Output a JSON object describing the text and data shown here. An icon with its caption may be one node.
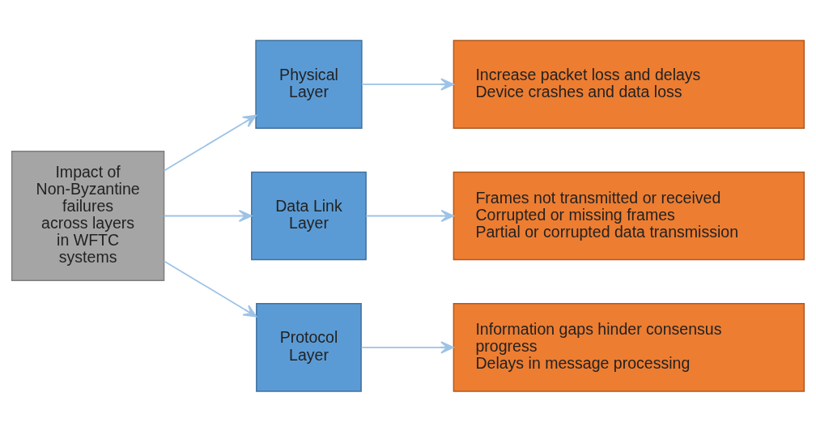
{
  "diagram": {
    "nodes": [
      {
        "text": [
          "Impact of Non-Byzantine failures across layers in WFTC systems"
        ]
      },
      {
        "text": [
          "Physical Layer"
        ]
      },
      {
        "text": [
          "Data Link Layer"
        ]
      },
      {
        "text": [
          "Protocol Layer"
        ]
      },
      {
        "text": [
          "Increase packet loss and delays",
          "Device crashes and data loss"
        ]
      },
      {
        "text": [
          "Frames not transmitted or received",
          "Corrupted or missing frames",
          "Partial or corrupted data transmission"
        ]
      },
      {
        "text": [
          "Information gaps hinder consensus progress",
          "Delays in message processing"
        ]
      }
    ],
    "edges": [
      {
        "from": 0,
        "to": 1,
        "arrow": "to"
      },
      {
        "from": 0,
        "to": 2,
        "arrow": "to"
      },
      {
        "from": 0,
        "to": 3,
        "arrow": "to"
      },
      {
        "from": 1,
        "to": 4,
        "arrow": "to"
      },
      {
        "from": 2,
        "to": 5,
        "arrow": "to"
      },
      {
        "from": 3,
        "to": 6,
        "arrow": "to"
      }
    ]
  }
}
